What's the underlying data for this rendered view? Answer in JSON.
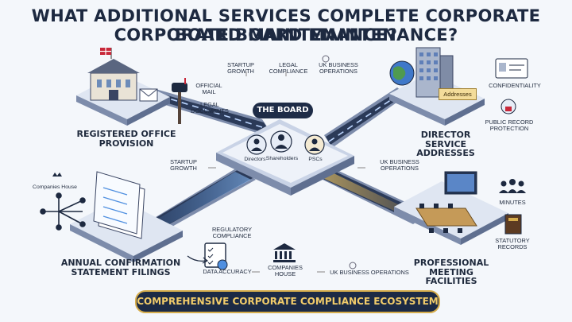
{
  "title": {
    "line1": "WHAT ADDITIONAL SERVICES COMPLETE CORPORATE BOARD MAINTENANCE?",
    "line2": "CORPORATE BOARD MAINTENANCE?"
  },
  "board": {
    "label": "THE BOARD",
    "members": [
      "Directors",
      "Shareholders",
      "PSCs"
    ]
  },
  "top_notes": [
    "STARTUP GROWTH",
    "LEGAL COMPLIANCE",
    "UK BUSINESS OPERATIONS"
  ],
  "services": {
    "registered_office": {
      "label": "REGISTERED OFFICE PROVISION",
      "notes": [
        "OFFICIAL MAIL",
        "LEGAL DOCUMENTS"
      ]
    },
    "director_addresses": {
      "label": "DIRECTOR SERVICE ADDRESSES",
      "tag": "Addresses",
      "notes": [
        "CONFIDENTIALITY",
        "PUBLIC RECORD PROTECTION"
      ]
    },
    "annual_confirmation": {
      "label": "ANNUAL CONFIRMATION STATEMENT FILINGS",
      "org": "Companies House"
    },
    "meeting_facilities": {
      "label": "PROFESSIONAL MEETING FACILITIES",
      "notes": [
        "MINUTES",
        "STATUTORY RECORDS"
      ]
    }
  },
  "side_notes": {
    "left": "STARTUP GROWTH",
    "right": "UK BUSINESS OPERATIONS"
  },
  "bottom_notes": {
    "regulatory": "REGULATORY COMPLIANCE",
    "data_accuracy": "DATA ACCURACY",
    "companies_house": "COMPANIES HOUSE",
    "uk_ops": "UK BUSINESS OPERATIONS"
  },
  "banner": "COMPREHENSIVE CORPORATE COMPLIANCE ECOSYSTEM",
  "colors": {
    "road": "#2b3a58",
    "road_edge": "#7d8cab",
    "flow_blue": "#4f8fe0",
    "flow_gold": "#d9a94a",
    "dark": "#1d2940",
    "gold": "#d6ad4c"
  }
}
